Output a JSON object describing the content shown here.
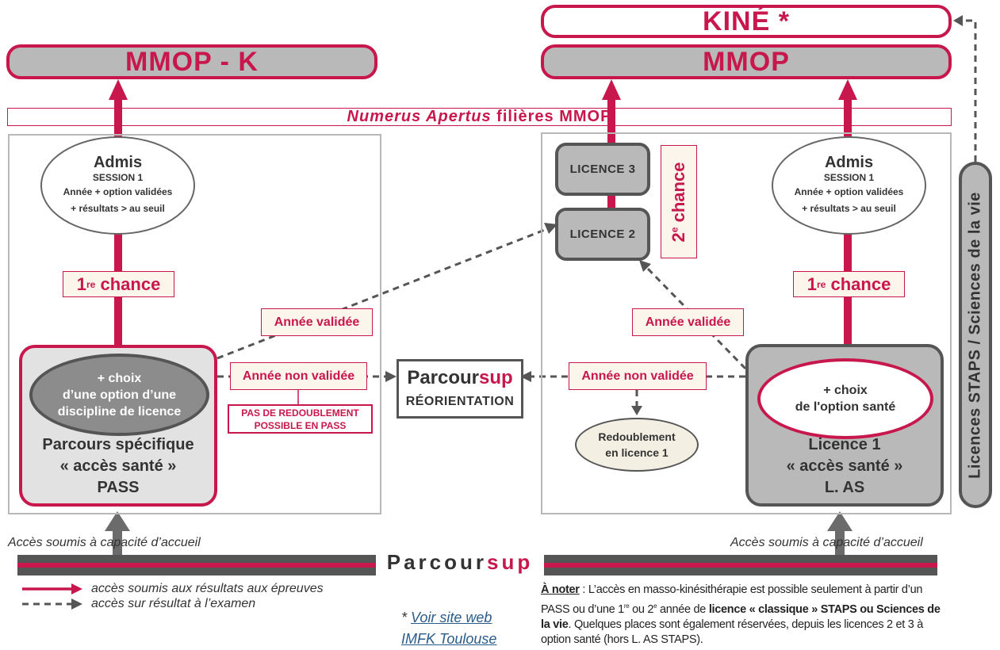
{
  "top": {
    "kine_label": "KINÉ *",
    "mmop_k_label": "MMOP - K",
    "mmop_label": "MMOP",
    "numerus_italic": "Numerus Apertus",
    "numerus_rest": " filières MMOP"
  },
  "left": {
    "admis_title": "Admis",
    "admis_session": "SESSION 1",
    "admis_line1": "Année + option validées",
    "admis_line2": "+ résultats > au seuil",
    "chance_num": "1",
    "chance_sup": "re",
    "chance_word": " chance",
    "choix_line1": "+ choix",
    "choix_line2": "d’une option d’une",
    "choix_line3": "discipline de licence",
    "pass_line1": "Parcours spécifique",
    "pass_line2": "« accès santé »",
    "pass_line3": "PASS",
    "acces": "Accès soumis à capacité d’accueil"
  },
  "middle": {
    "annee_validee_left": "Année validée",
    "annee_non_validee_left": "Année non validée",
    "pas_redoublement_1": "PAS DE REDOUBLEMENT",
    "pas_redoublement_2": "POSSIBLE EN PASS",
    "parcoursup_a": "Parcour",
    "parcoursup_b": "sup",
    "reorientation": "RÉORIENTATION"
  },
  "right": {
    "licence3": "LICENCE 3",
    "licence2": "LICENCE 2",
    "second_chance_num": "2",
    "second_chance_sup": "e",
    "second_chance_word": " chance",
    "annee_validee_right": "Année validée",
    "annee_non_validee_right": "Année non validée",
    "redoublement_1": "Redoublement",
    "redoublement_2": "en licence 1",
    "admis_title": "Admis",
    "admis_session": "SESSION 1",
    "admis_line1": "Année + option validées",
    "admis_line2": "+ résultats > au seuil",
    "chance_num": "1",
    "chance_sup": "re",
    "chance_word": " chance",
    "choix_line1": "+ choix",
    "choix_line2": "de l'option santé",
    "las_line1": "Licence 1",
    "las_line2": "« accès santé »",
    "las_line3": "L. AS",
    "acces": "Accès soumis à capacité d’accueil",
    "vertical_label": "Licences STAPS / Sciences de la vie"
  },
  "bottom": {
    "parcoursup_a": "Parcour",
    "parcoursup_b": "sup",
    "legend_solid": "accès soumis aux résultats aux épreuves",
    "legend_dashed": "accès sur résultat à l’examen",
    "site_star": "* ",
    "site_link1": "Voir site web",
    "site_link2": "IMFK Toulouse",
    "note_label": "À noter",
    "note_p1": " : L’accès en masso-kinésithérapie est possible seulement à partir d’un PASS ou d’une 1",
    "note_sup1": "re",
    "note_p2": " ou 2",
    "note_sup2": "e",
    "note_p3": " année de ",
    "note_bold1": "licence « classique » STAPS ou Sciences de la vie",
    "note_p4": ". Quelques places sont également réservées, depuis les licences 2 et 3 à option santé (hors L. AS STAPS)."
  },
  "colors": {
    "accent": "#c8174c",
    "grey": "#555555",
    "light_grey": "#b9b9b9",
    "cream": "#f4efe3"
  }
}
